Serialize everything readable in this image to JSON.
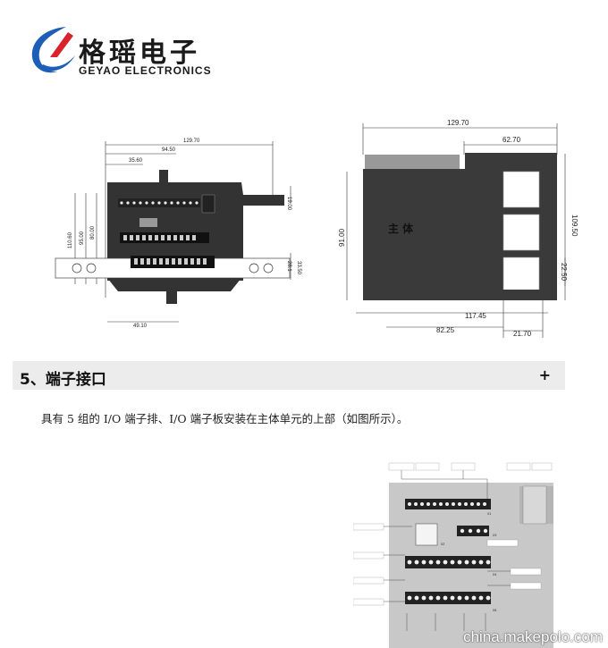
{
  "brand": {
    "name_cn": "格瑶电子",
    "name_en": "GEYAO ELECTRONICS"
  },
  "left_drawing": {
    "dims": [
      "129.70",
      "94.50",
      "35.60",
      "19.00",
      "110.60",
      "95.00",
      "80.00",
      "28.1",
      "33.50",
      "49.10"
    ]
  },
  "right_drawing": {
    "main_label": "主  体",
    "dims": [
      "129.70",
      "62.70",
      "91.00",
      "109.50",
      "22.50",
      "117.45",
      "82.25",
      "21.70"
    ]
  },
  "section": {
    "title": "5、端子接口",
    "toggle": "+"
  },
  "paragraph": "具有 5 组的 I/O 端子排、I/O 端子板安装在主体单元的上部（如图所示）。",
  "io_diagram": {
    "labels": [
      "X1",
      "X2",
      "X3",
      "X4",
      "X5"
    ]
  },
  "watermark": "china.makepolo.com"
}
